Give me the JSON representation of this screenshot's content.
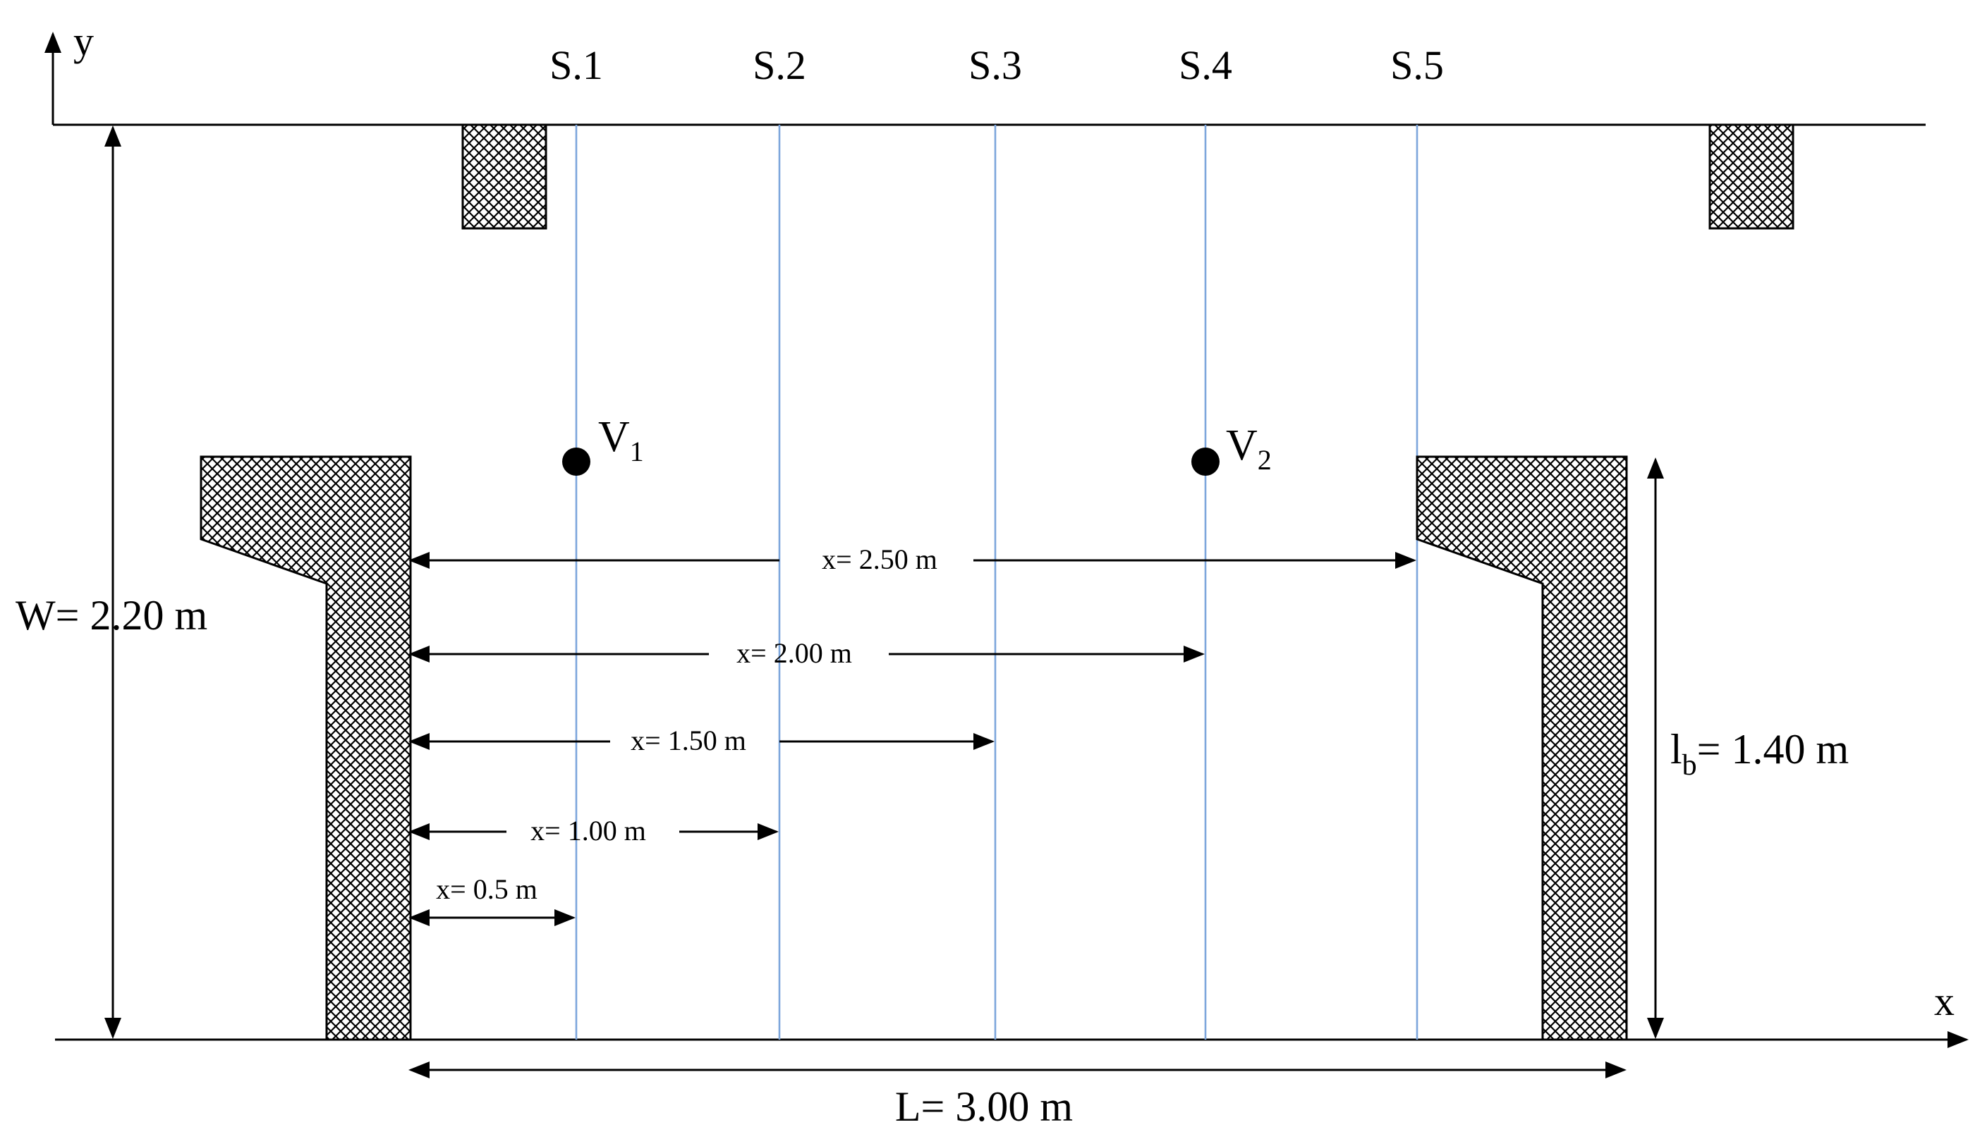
{
  "axes": {
    "x_label": "x",
    "y_label": "y"
  },
  "sections": [
    "S.1",
    "S.2",
    "S.3",
    "S.4",
    "S.5"
  ],
  "distances": [
    {
      "label": "x= 2.50 m"
    },
    {
      "label": "x= 2.00 m"
    },
    {
      "label": "x= 1.50 m"
    },
    {
      "label": "x= 1.00 m"
    },
    {
      "label": "x= 0.5 m"
    }
  ],
  "points": [
    {
      "main": "V",
      "sub": "1"
    },
    {
      "main": "V",
      "sub": "2"
    }
  ],
  "width_label": "W= 2.20 m",
  "length_label": "L= 3.00 m",
  "abutment_label": {
    "pre": "l",
    "sub": "b",
    "post": "= 1.40 m"
  },
  "colors": {
    "section_lines": "#7da6dc",
    "ink": "#000000"
  }
}
